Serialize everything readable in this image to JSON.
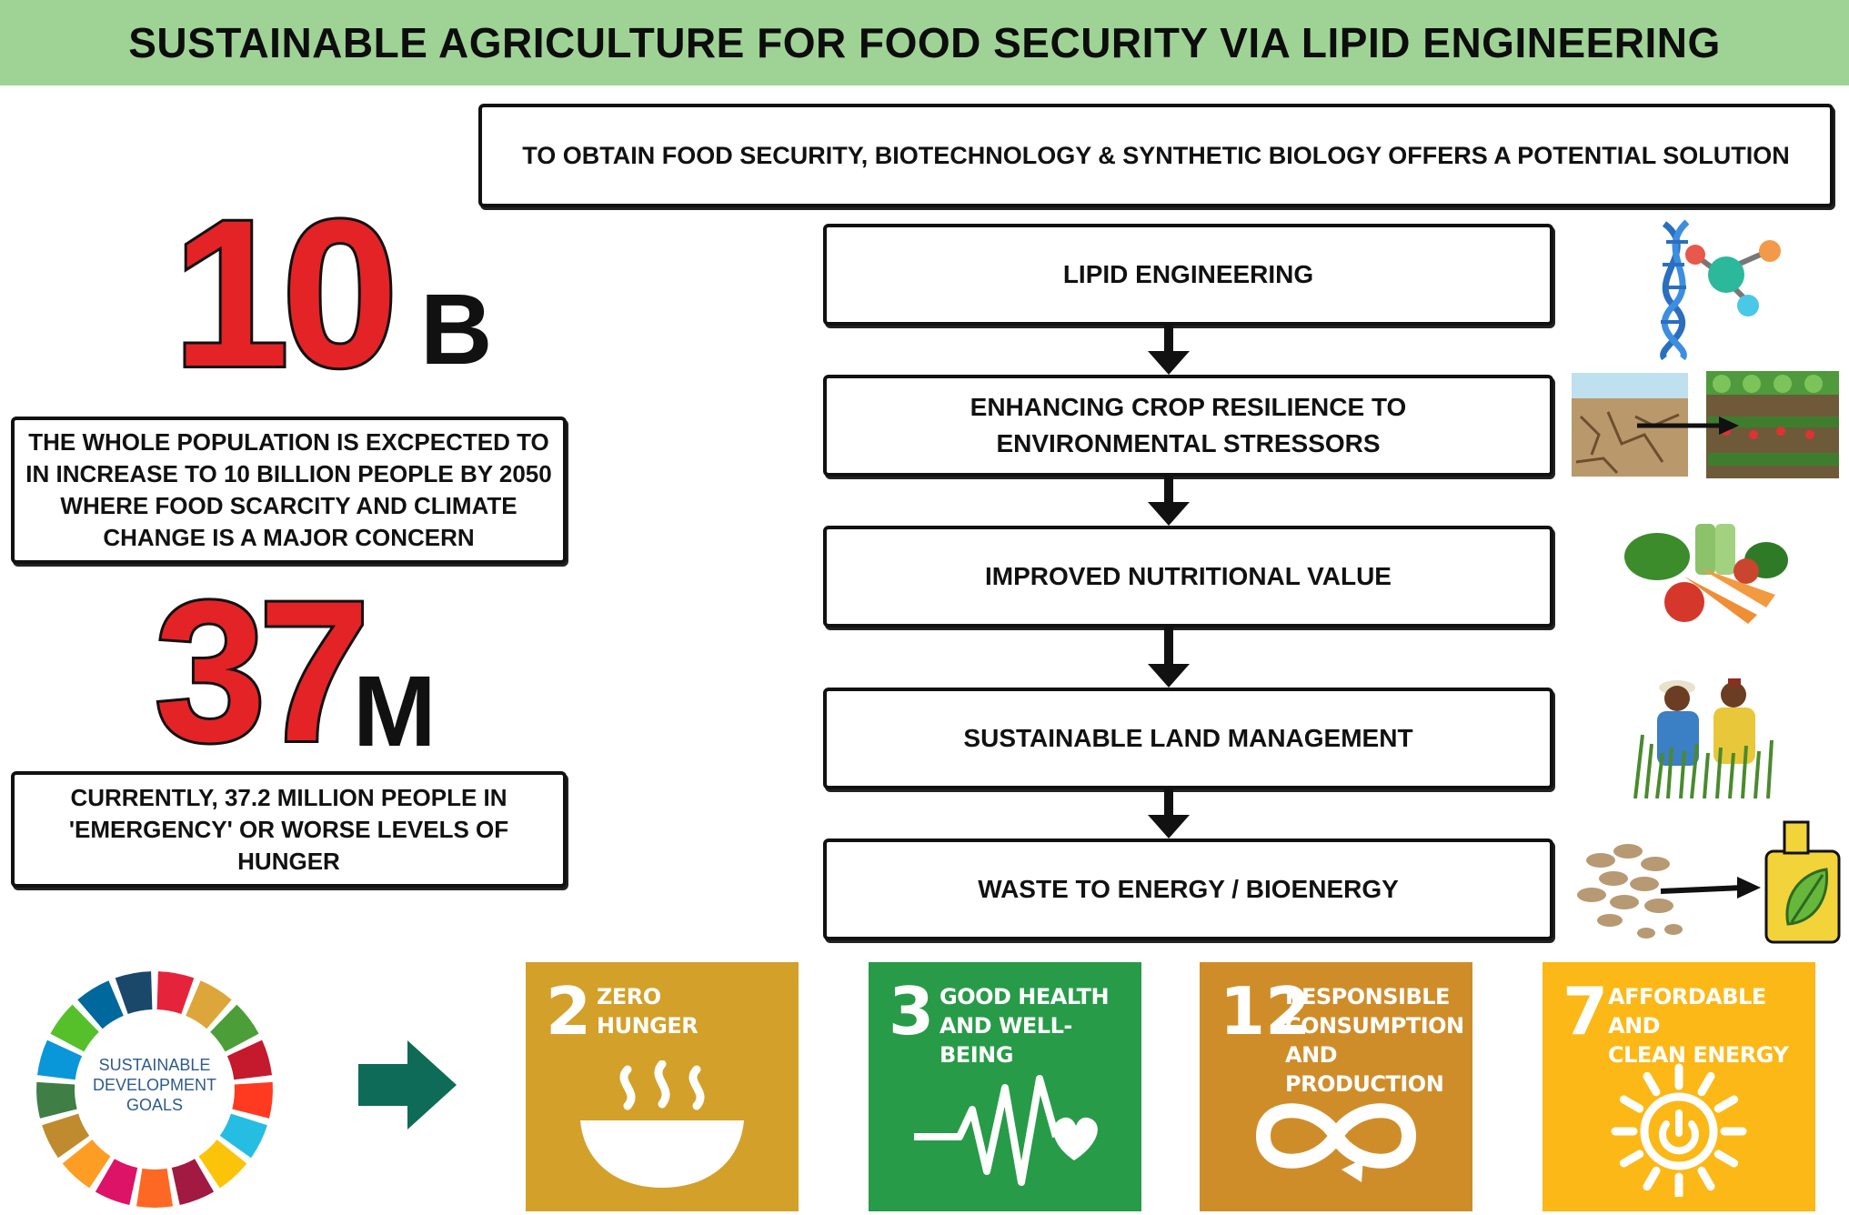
{
  "title": "SUSTAINABLE AGRICULTURE FOR FOOD SECURITY VIA LIPID ENGINEERING",
  "intro": "TO OBTAIN FOOD SECURITY, BIOTECHNOLOGY & SYNTHETIC BIOLOGY OFFERS A POTENTIAL SOLUTION",
  "stats": [
    {
      "number": "10",
      "suffix": "B",
      "text": "THE WHOLE POPULATION IS EXCPECTED TO IN INCREASE TO 10 BILLION PEOPLE BY 2050 WHERE FOOD SCARCITY AND CLIMATE CHANGE IS A MAJOR CONCERN"
    },
    {
      "number": "37",
      "suffix": "M",
      "text": "CURRENTLY, 37.2 MILLION PEOPLE IN 'EMERGENCY' OR WORSE LEVELS OF HUNGER"
    }
  ],
  "steps": [
    {
      "label": "LIPID ENGINEERING",
      "icon": "dna-molecule-icon"
    },
    {
      "label": "ENHANCING CROP  RESILIENCE TO ENVIRONMENTAL STRESSORS",
      "icon": "drought-to-crops-icon"
    },
    {
      "label": "IMPROVED NUTRITIONAL VALUE",
      "icon": "vegetables-icon"
    },
    {
      "label": "SUSTAINABLE LAND MANAGEMENT",
      "icon": "farmers-icon"
    },
    {
      "label": "WASTE TO ENERGY / BIOENERGY",
      "icon": "pellets-to-biofuel-icon"
    }
  ],
  "sdg_wheel": {
    "line1": "SUSTAINABLE",
    "line2": "DEVELOPMENT",
    "line3": "GOALS"
  },
  "sdgs": [
    {
      "number": "2",
      "line1": "ZERO",
      "line2": "HUNGER",
      "line3": "",
      "color": "#d3a029",
      "icon": "bowl-icon"
    },
    {
      "number": "3",
      "line1": "GOOD HEALTH",
      "line2": "AND WELL-BEING",
      "line3": "",
      "color": "#279b48",
      "icon": "heartbeat-icon"
    },
    {
      "number": "12",
      "line1": "RESPONSIBLE",
      "line2": "CONSUMPTION",
      "line3": "AND PRODUCTION",
      "color": "#cf8d2a",
      "icon": "infinity-icon"
    },
    {
      "number": "7",
      "line1": "AFFORDABLE AND",
      "line2": "CLEAN ENERGY",
      "line3": "",
      "color": "#fcb816",
      "icon": "sun-power-icon"
    }
  ],
  "colors": {
    "banner": "#9fd396",
    "accent_red": "#e42326",
    "arrow_green": "#0e6b58"
  }
}
